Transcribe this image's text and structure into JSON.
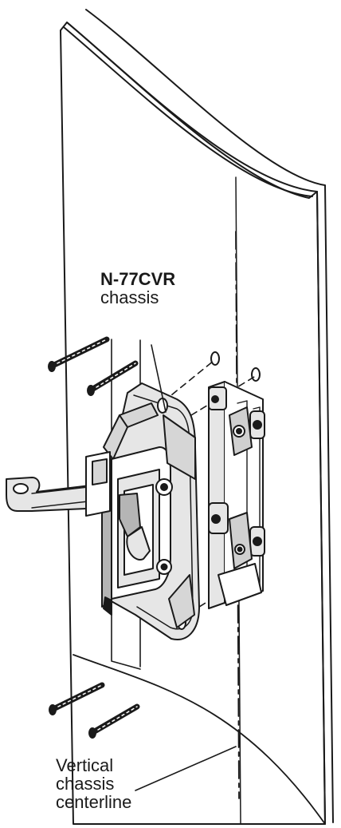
{
  "labels": {
    "chassis_model": "N-77CVR",
    "chassis_word": "chassis",
    "centerline_line1": "Vertical",
    "centerline_line2": "chassis",
    "centerline_line3": "centerline"
  },
  "colors": {
    "ink": "#1a1a1a",
    "part_fill": "#e6e6e6",
    "dark_fill": "#b5b5b5",
    "background": "#ffffff"
  }
}
